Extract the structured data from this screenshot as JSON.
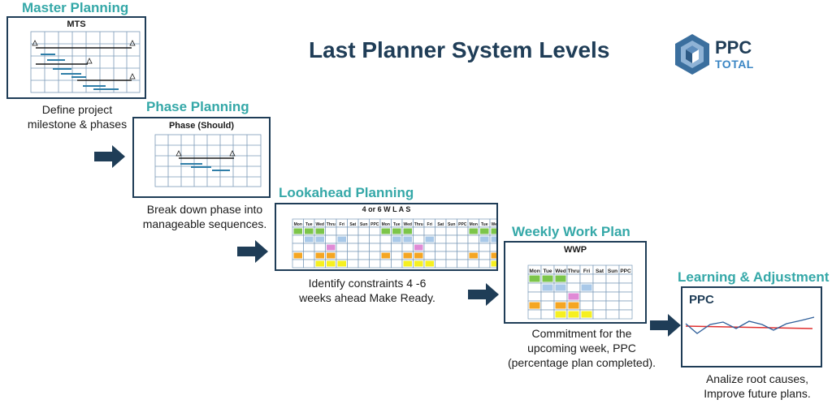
{
  "title": "Last Planner System Levels",
  "logo": {
    "line1": "PPC",
    "line2": "TOTAL",
    "icon": "ppc-total-hexagon-logo"
  },
  "colors": {
    "accent": "#35a8a8",
    "frame": "#1f3d57",
    "arrow": "#1f3d57",
    "bar_blue": "#2f7ea8",
    "green": "#7cc54a",
    "lightblue": "#a8c8e8",
    "pink": "#e08ad6",
    "orange": "#f5a623",
    "yellow": "#f6f020",
    "ppc_line": "#2f5f9a",
    "ppc_target": "#e03030"
  },
  "stages": [
    {
      "title": "Master Planning",
      "box_label": "MTS",
      "description": [
        "Define project",
        "milestone & phases"
      ]
    },
    {
      "title": "Phase Planning",
      "box_label": "Phase (Should)",
      "description": [
        "Break down phase into",
        "manageable sequences."
      ]
    },
    {
      "title": "Lookahead Planning",
      "box_label": "4 or 6 W L A S",
      "description": [
        "Identify constraints 4 -6",
        "weeks ahead Make Ready."
      ]
    },
    {
      "title": "Weekly Work Plan",
      "box_label": "WWP",
      "description": [
        "Commitment for the",
        "upcoming week, PPC",
        "(percentage plan completed)."
      ]
    },
    {
      "title": "Learning & Adjustment",
      "box_label": "PPC",
      "description": [
        "Analize root causes,",
        "Improve future plans."
      ]
    }
  ],
  "week_days": [
    "Mon",
    "Tue",
    "Wed",
    "Thru",
    "Fri",
    "Sat",
    "Sun",
    "PPC"
  ]
}
